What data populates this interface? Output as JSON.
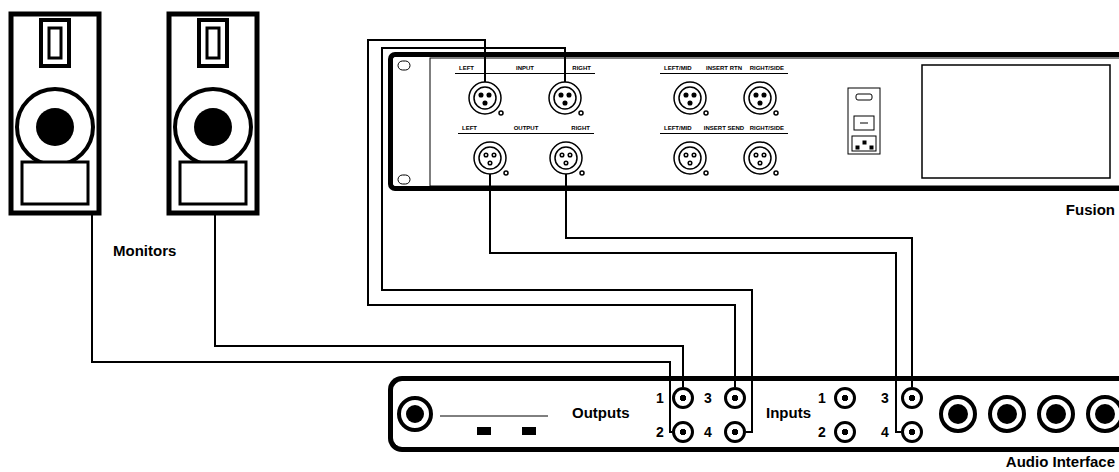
{
  "diagram": {
    "nodes": [
      {
        "text": [
          "Monitors"
        ]
      },
      {
        "text": [
          "Fusion"
        ]
      },
      {
        "text": [
          "LEFT",
          "INPUT",
          "RIGHT"
        ],
        "in": 1
      },
      {
        "text": [
          "LEFT/MID",
          "INSERT RTN",
          "RIGHT/SIDE"
        ],
        "in": 1
      },
      {
        "text": [
          "LEFT",
          "OUTPUT",
          "RIGHT"
        ],
        "in": 1
      },
      {
        "text": [
          "LEFT/MID",
          "INSERT SEND",
          "RIGHT/SIDE"
        ],
        "in": 1
      },
      {
        "text": [
          "Audio Interface"
        ]
      },
      {
        "text": [
          "1"
        ],
        "in": 6
      },
      {
        "text": [
          "3"
        ],
        "in": 6
      },
      {
        "text": [
          "2"
        ],
        "in": 6
      },
      {
        "text": [
          "4"
        ],
        "in": 6
      },
      {
        "text": [
          "1"
        ],
        "in": 6
      },
      {
        "text": [
          "3"
        ],
        "in": 6
      },
      {
        "text": [
          "2"
        ],
        "in": 6
      },
      {
        "text": [
          "4"
        ],
        "in": 6
      }
    ],
    "edges": [
      {
        "from": 0,
        "to": 7,
        "arrow": "none"
      },
      {
        "from": 0,
        "to": 9,
        "arrow": "none"
      },
      {
        "from": 8,
        "to": 2,
        "arrow": "none"
      },
      {
        "from": 10,
        "to": 2,
        "arrow": "none"
      },
      {
        "from": 4,
        "to": 12,
        "arrow": "none"
      },
      {
        "from": 4,
        "to": 14,
        "arrow": "none"
      }
    ],
    "labels": [
      "Outputs",
      "Inputs"
    ]
  }
}
